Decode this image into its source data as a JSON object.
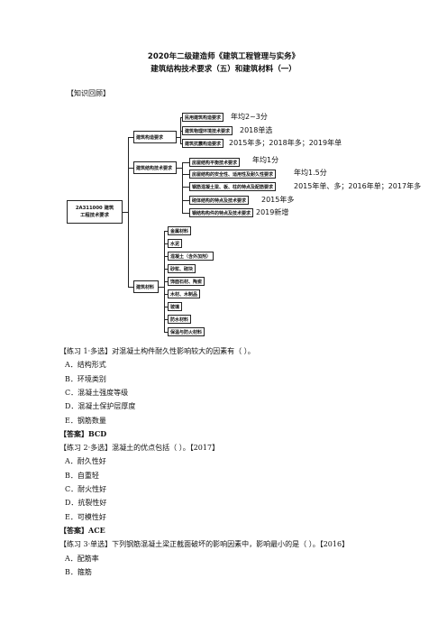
{
  "header": {
    "line1": "2020年二级建造师《建筑工程管理与实务》",
    "line2": "建筑结构技术要求（五）和建筑材料（一）"
  },
  "section_label": "【知识回顾】",
  "mindmap": {
    "root": [
      "2A311000 建筑",
      "工程技术要求"
    ],
    "branches": [
      {
        "label": "建筑构造要求",
        "leaves": [
          {
            "text": "民用建筑构造要求",
            "note": "年均2~3分"
          },
          {
            "text": "建筑物理环境技术要求",
            "note": "2018单选"
          },
          {
            "text": "建筑抗震构造要求",
            "note": "2015年多；2018年多；2019年单"
          }
        ]
      },
      {
        "label": "建筑结构技术要求",
        "leaves": [
          {
            "text": "房屋结构平衡技术要求",
            "note": "年均1分"
          },
          {
            "text": "房屋结构的安全性、适用性及耐久性要求",
            "note": "年均1.5分"
          },
          {
            "text": "钢筋混凝土梁、板、柱的特点及配筋要求",
            "note": "2015年单、多；2016年单；2017年多"
          },
          {
            "text": "砌体结构的特点及技术要求",
            "note": "2015年多"
          },
          {
            "text": "钢结构构件的特点及技术要求",
            "note": "2019新增"
          }
        ]
      },
      {
        "label": "建筑材料",
        "leaves": [
          {
            "text": "金属材料"
          },
          {
            "text": "水泥"
          },
          {
            "text": "混凝土（含外加剂）"
          },
          {
            "text": "砂浆、砌块"
          },
          {
            "text": "饰面石材、陶瓷"
          },
          {
            "text": "木材、木制品"
          },
          {
            "text": "玻璃"
          },
          {
            "text": "防水材料"
          },
          {
            "text": "保温与防火材料"
          }
        ]
      }
    ]
  },
  "questions": [
    {
      "stem": "【练习 1·多选】对混凝土构件耐久性影响较大的因素有（ ）。",
      "options": [
        "A．结构形式",
        "B．环境类别",
        "C．混凝土强度等级",
        "D．混凝土保护层厚度",
        "E．钢筋数量"
      ],
      "answer": "【答案】BCD"
    },
    {
      "stem": "【练习 2·多选】混凝土的优点包括（ ）。【2017】",
      "options": [
        "A．耐久性好",
        "B．自重轻",
        "C．耐火性好",
        "D．抗裂性好",
        "E．可模性好"
      ],
      "answer": "【答案】ACE"
    },
    {
      "stem": "【练习 3·单选】下列钢筋混凝土梁正截面破坏的影响因素中，影响最小的是（ ）。【2016】",
      "options": [
        "A．配筋率",
        "B．箍筋"
      ]
    }
  ]
}
